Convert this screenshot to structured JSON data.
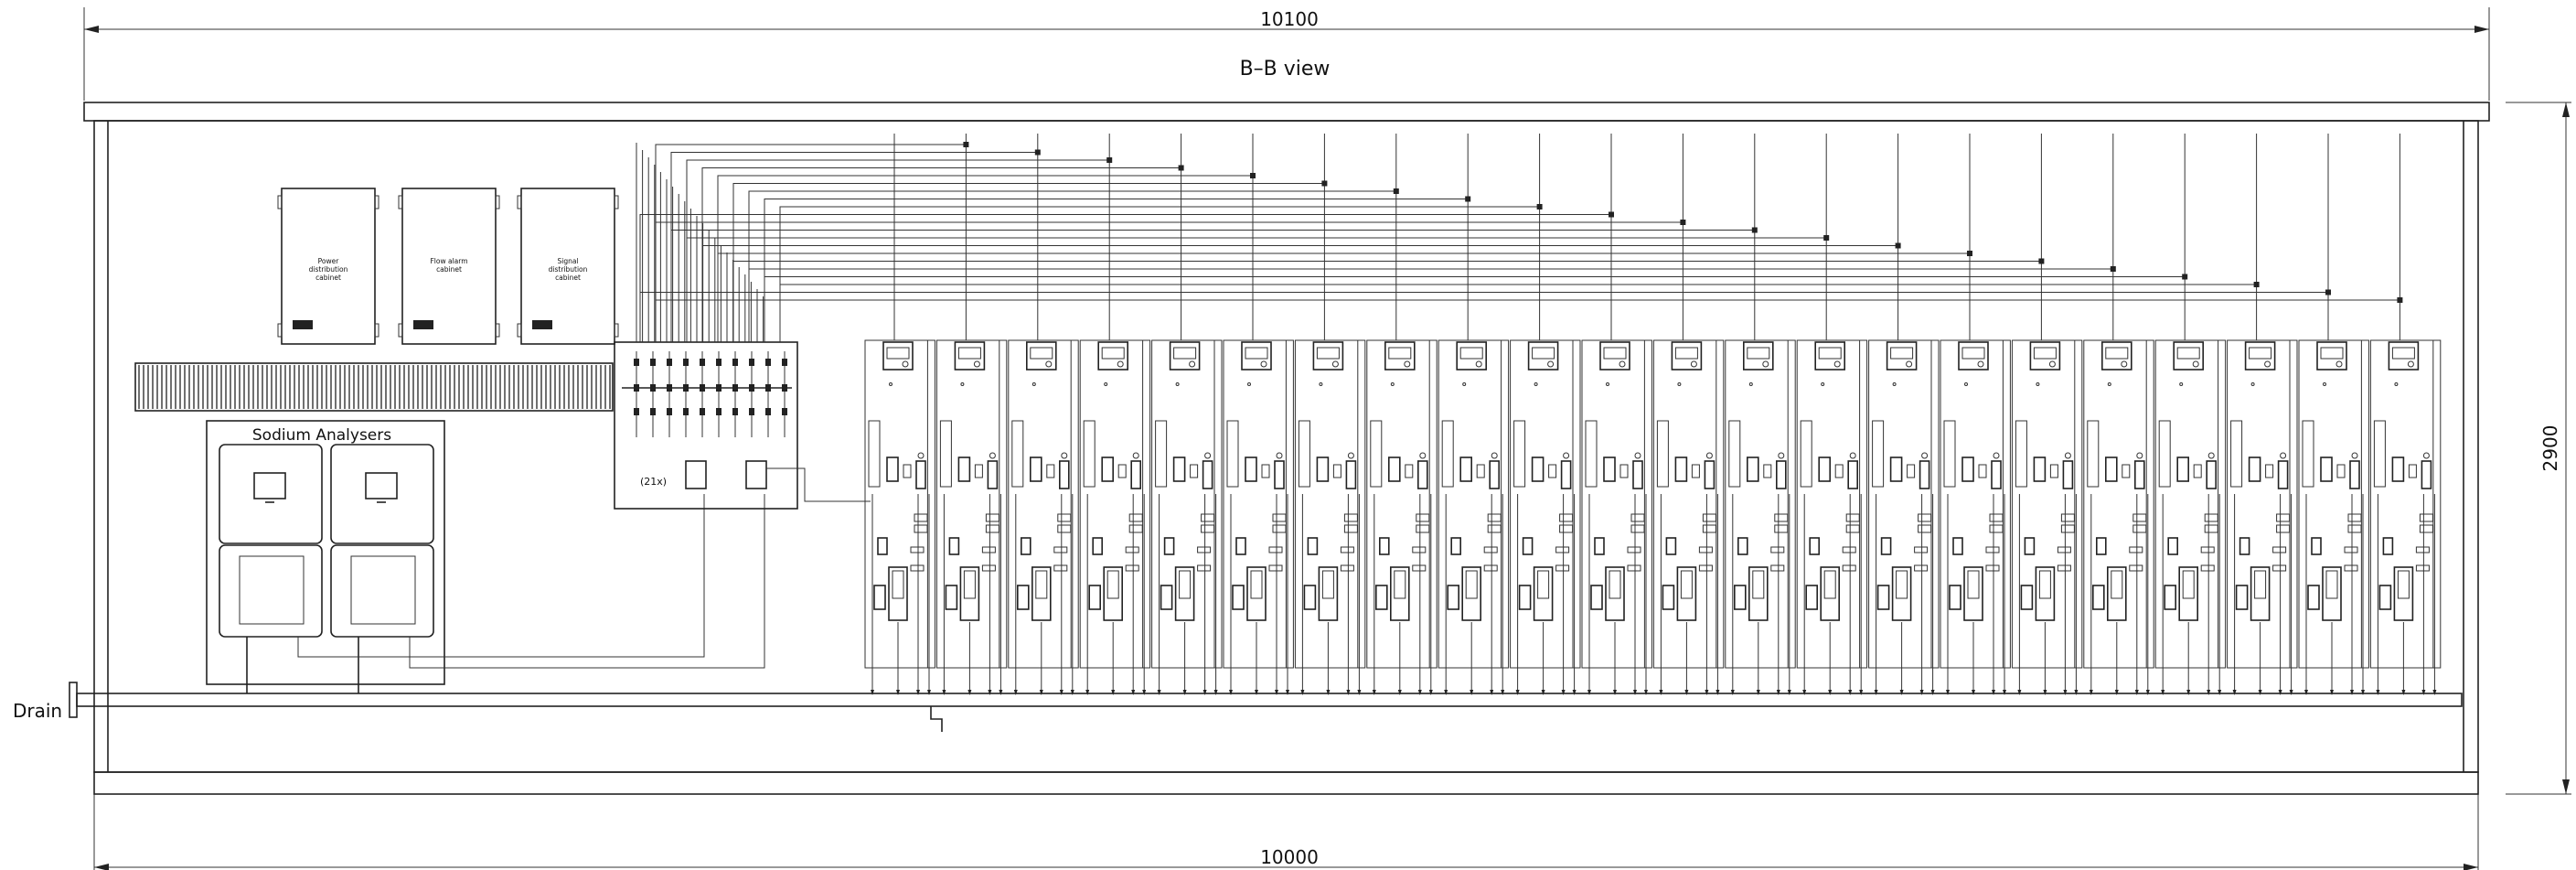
{
  "view_title": "B–B view",
  "dim_top": "10100",
  "dim_bottom": "10000",
  "dim_right": "2900",
  "drain_label": "Drain",
  "sodium_label": "Sodium Analysers",
  "manifold_count": "(21x)",
  "cabinets": [
    {
      "lines": [
        "Power",
        "distribution",
        "cabinet"
      ]
    },
    {
      "lines": [
        "Flow alarm",
        "cabinet"
      ]
    },
    {
      "lines": [
        "Signal",
        "distribution",
        "cabinet"
      ]
    }
  ],
  "panel_count": 22
}
